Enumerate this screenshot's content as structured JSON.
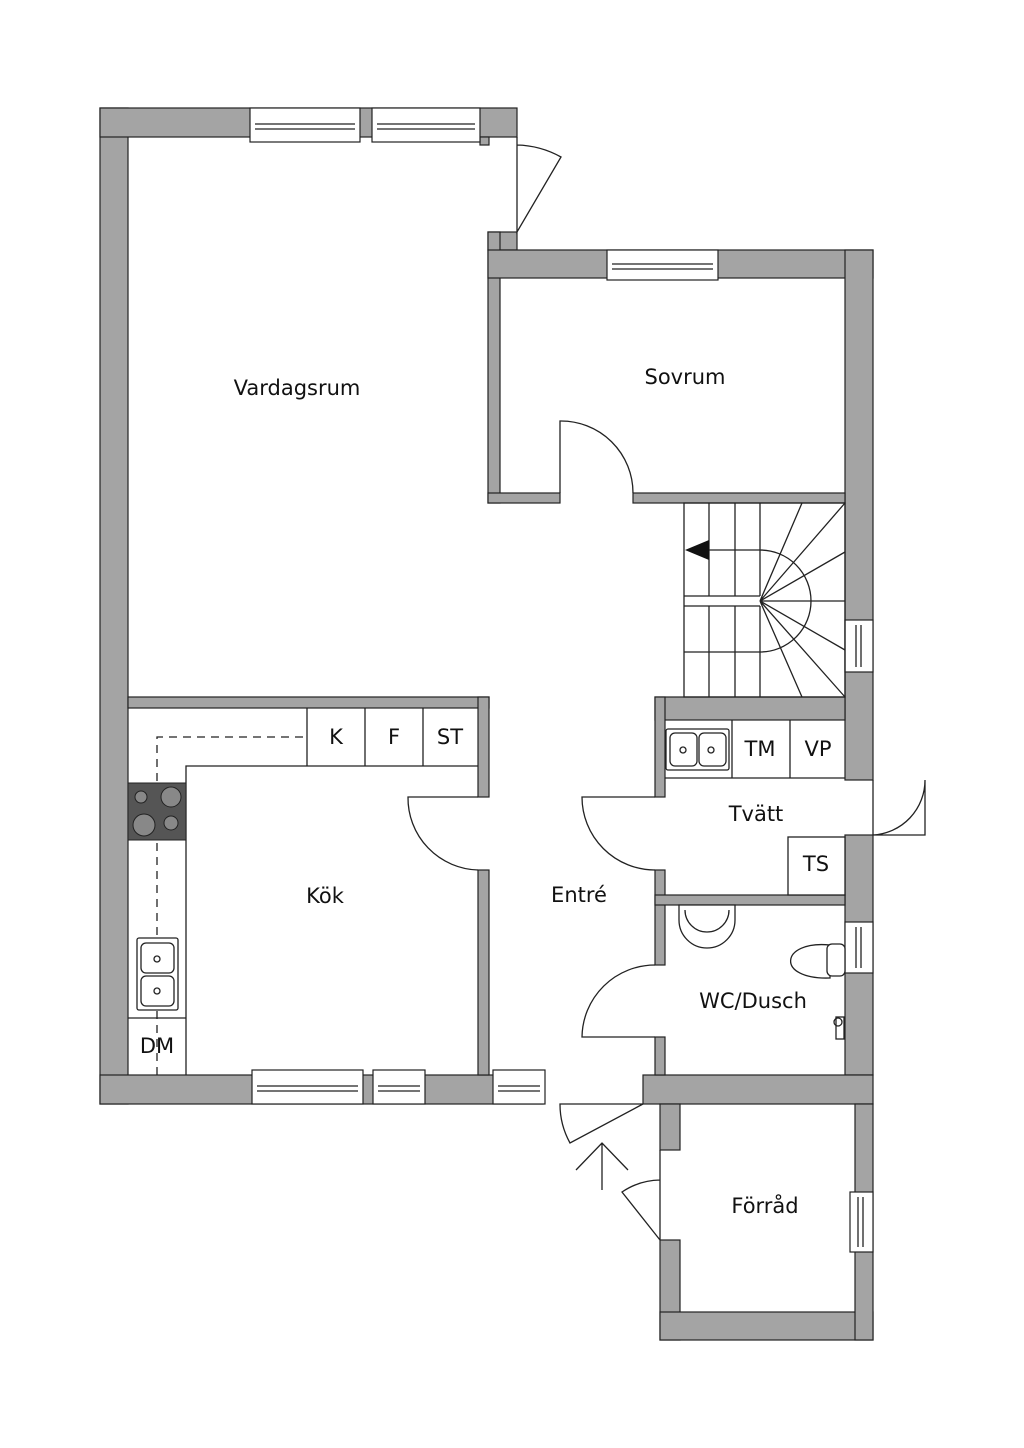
{
  "rooms": {
    "living": "Vardagsrum",
    "bedroom": "Sovrum",
    "kitchen": "Kök",
    "entrance": "Entré",
    "laundry": "Tvätt",
    "bathroom": "WC/Dusch",
    "storage": "Förråd"
  },
  "fixtures": {
    "fridge": "K",
    "freezer": "F",
    "cabinet": "ST",
    "dishwasher": "DM",
    "washing_machine": "TM",
    "heat_pump": "VP",
    "dryer": "TS"
  },
  "colors": {
    "wall": "#a4a4a4",
    "stove": "#555555",
    "line": "#222222"
  }
}
